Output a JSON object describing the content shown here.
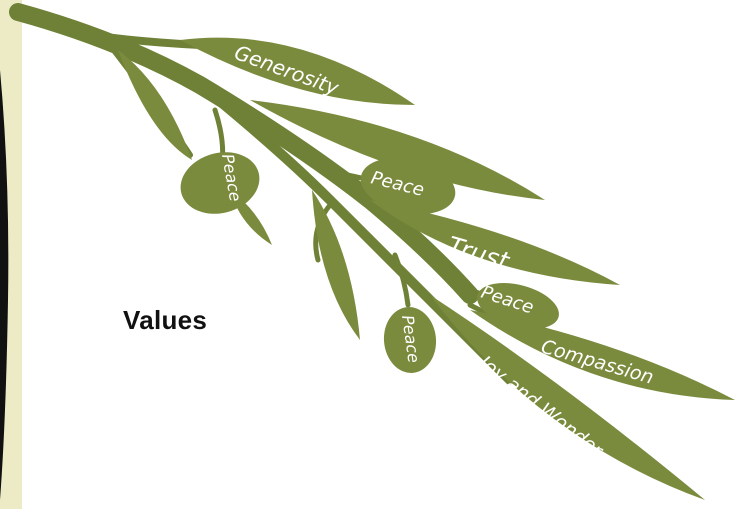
{
  "title": "Values",
  "colors": {
    "leaf": "#7a8b3e",
    "leaf_dark": "#6f8136",
    "label": "#ffffff",
    "frame_edge": "#111111",
    "frame_tint": "#ecebc6"
  },
  "leaf_labels": {
    "generosity": "Generosity",
    "peace_upper_left": "Peace",
    "peace_middle": "Peace",
    "trust": "Trust",
    "peace_right": "Peace",
    "peace_lower": "Peace",
    "compassion": "Compassion",
    "joy_and_wonder": "Joy and Wonder"
  }
}
